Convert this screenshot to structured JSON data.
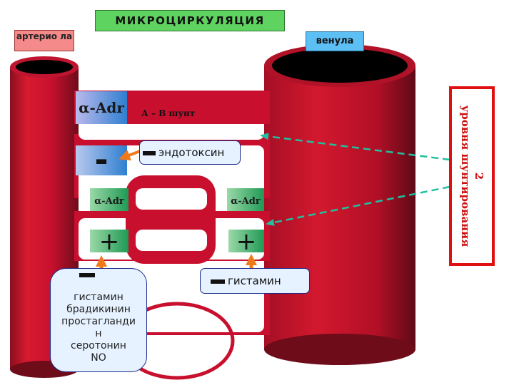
{
  "title": "МИКРОЦИРКУЛЯЦИЯ",
  "arteriole_label": "артерио ла",
  "venule_label": "венула",
  "alpha_adr_main": "α-Adr",
  "shunt_label": "А – В шунт",
  "endotoxin_label": "эндотоксин",
  "alpha_adr_left": "α-Adr",
  "alpha_adr_right": "α-Adr",
  "histamine_label": "гистамин",
  "dilators": [
    "гистамин",
    "брадикинин",
    "простагланди",
    "н",
    "серотонин",
    "NO"
  ],
  "shunt_levels_label": "2 уровня шунтирования",
  "signs": {
    "minus": "-",
    "plus": "+"
  },
  "colors": {
    "vessel_red": "#c8102e",
    "vessel_dark": "#7a0d1c",
    "title_green": "#5fd35f",
    "arteriole_pink": "#f58a8a",
    "venule_blue": "#5cc0f5",
    "sphincter_green": "#2fa05a",
    "arrow_orange": "#f07a1a",
    "dashed_teal": "#20c0a0",
    "frame_red": "#e01010"
  }
}
